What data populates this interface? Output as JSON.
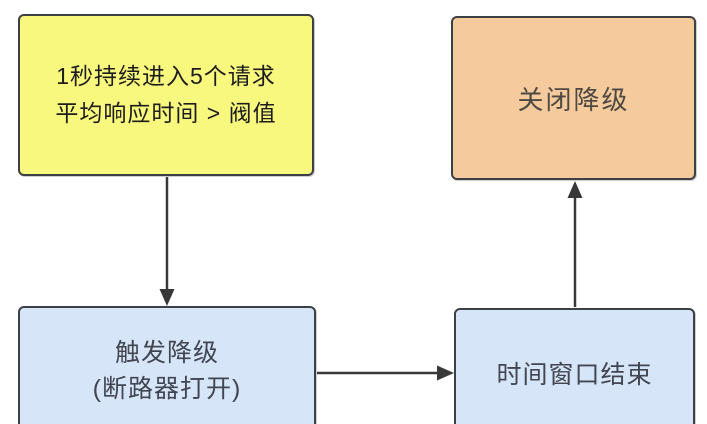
{
  "canvas": {
    "background": "#ffffff"
  },
  "nodes": {
    "condition": {
      "line1": "1秒持续进入5个请求",
      "line2": "平均响应时间 > 阀值",
      "fill": "#f8f77e",
      "text_color": "#1d1d1d"
    },
    "close_degrade": {
      "label": "关闭降级",
      "fill": "#f5ca9d",
      "text_color": "#4e4a43"
    },
    "trigger_degrade": {
      "line1": "触发降级",
      "line2": "(断路器打开)",
      "fill": "#d6e5f8",
      "text_color": "#414650"
    },
    "time_window": {
      "label": "时间窗口结束",
      "fill": "#d6e5f8",
      "text_color": "#414650"
    }
  },
  "edges": [
    {
      "from": "condition",
      "to": "trigger_degrade",
      "direction": "down"
    },
    {
      "from": "trigger_degrade",
      "to": "time_window",
      "direction": "right"
    },
    {
      "from": "time_window",
      "to": "close_degrade",
      "direction": "up"
    }
  ],
  "edge_style": {
    "stroke": "#383838"
  }
}
